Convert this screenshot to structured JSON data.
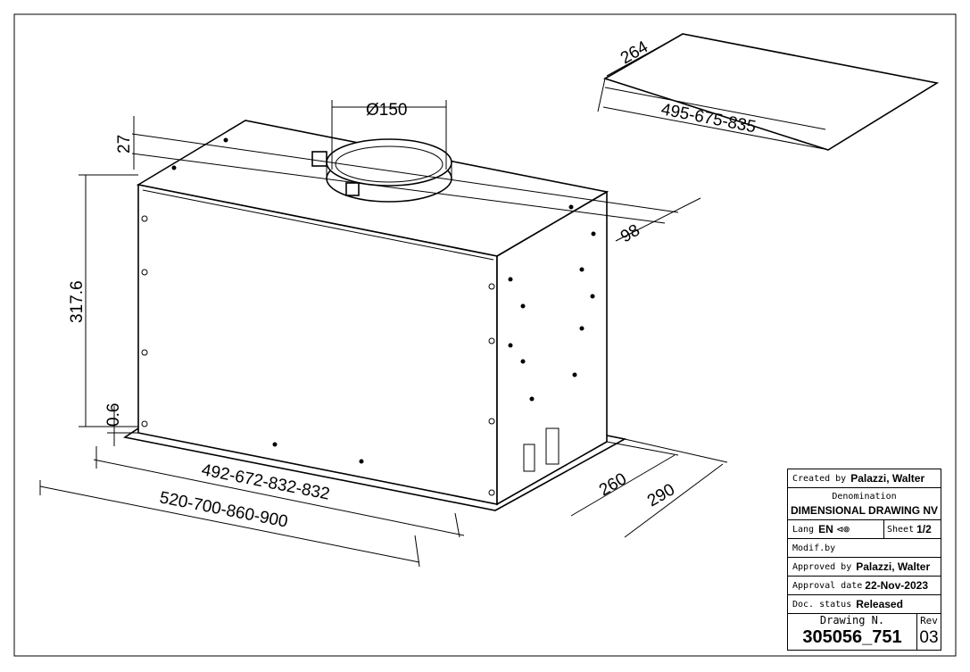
{
  "dimensions": {
    "panel_depth": "264",
    "panel_width": "495-675-835",
    "duct_diameter": "Ø150",
    "duct_height": "27",
    "duct_offset": "98",
    "height": "317.6",
    "flange_thickness": "0.6",
    "body_width": "492-672-832-832",
    "flange_width": "520-700-860-900",
    "body_depth": "260",
    "flange_depth": "290"
  },
  "title_block": {
    "created_by_label": "Created by",
    "created_by": "Palazzi, Walter",
    "denomination_label": "Denomination",
    "denomination": "DIMENSIONAL DRAWING NV",
    "lang_label": "Lang",
    "lang": "EN",
    "sheet_label": "Sheet",
    "sheet": "1/2",
    "modif_label": "Modif.by",
    "approved_by_label": "Approved by",
    "approved_by": "Palazzi, Walter",
    "approval_date_label": "Approval date",
    "approval_date": "22-Nov-2023",
    "doc_status_label": "Doc. status",
    "doc_status": "Released",
    "drawing_label": "Drawing N.",
    "drawing_number": "305056_751",
    "rev_label": "Rev",
    "rev": "03"
  }
}
